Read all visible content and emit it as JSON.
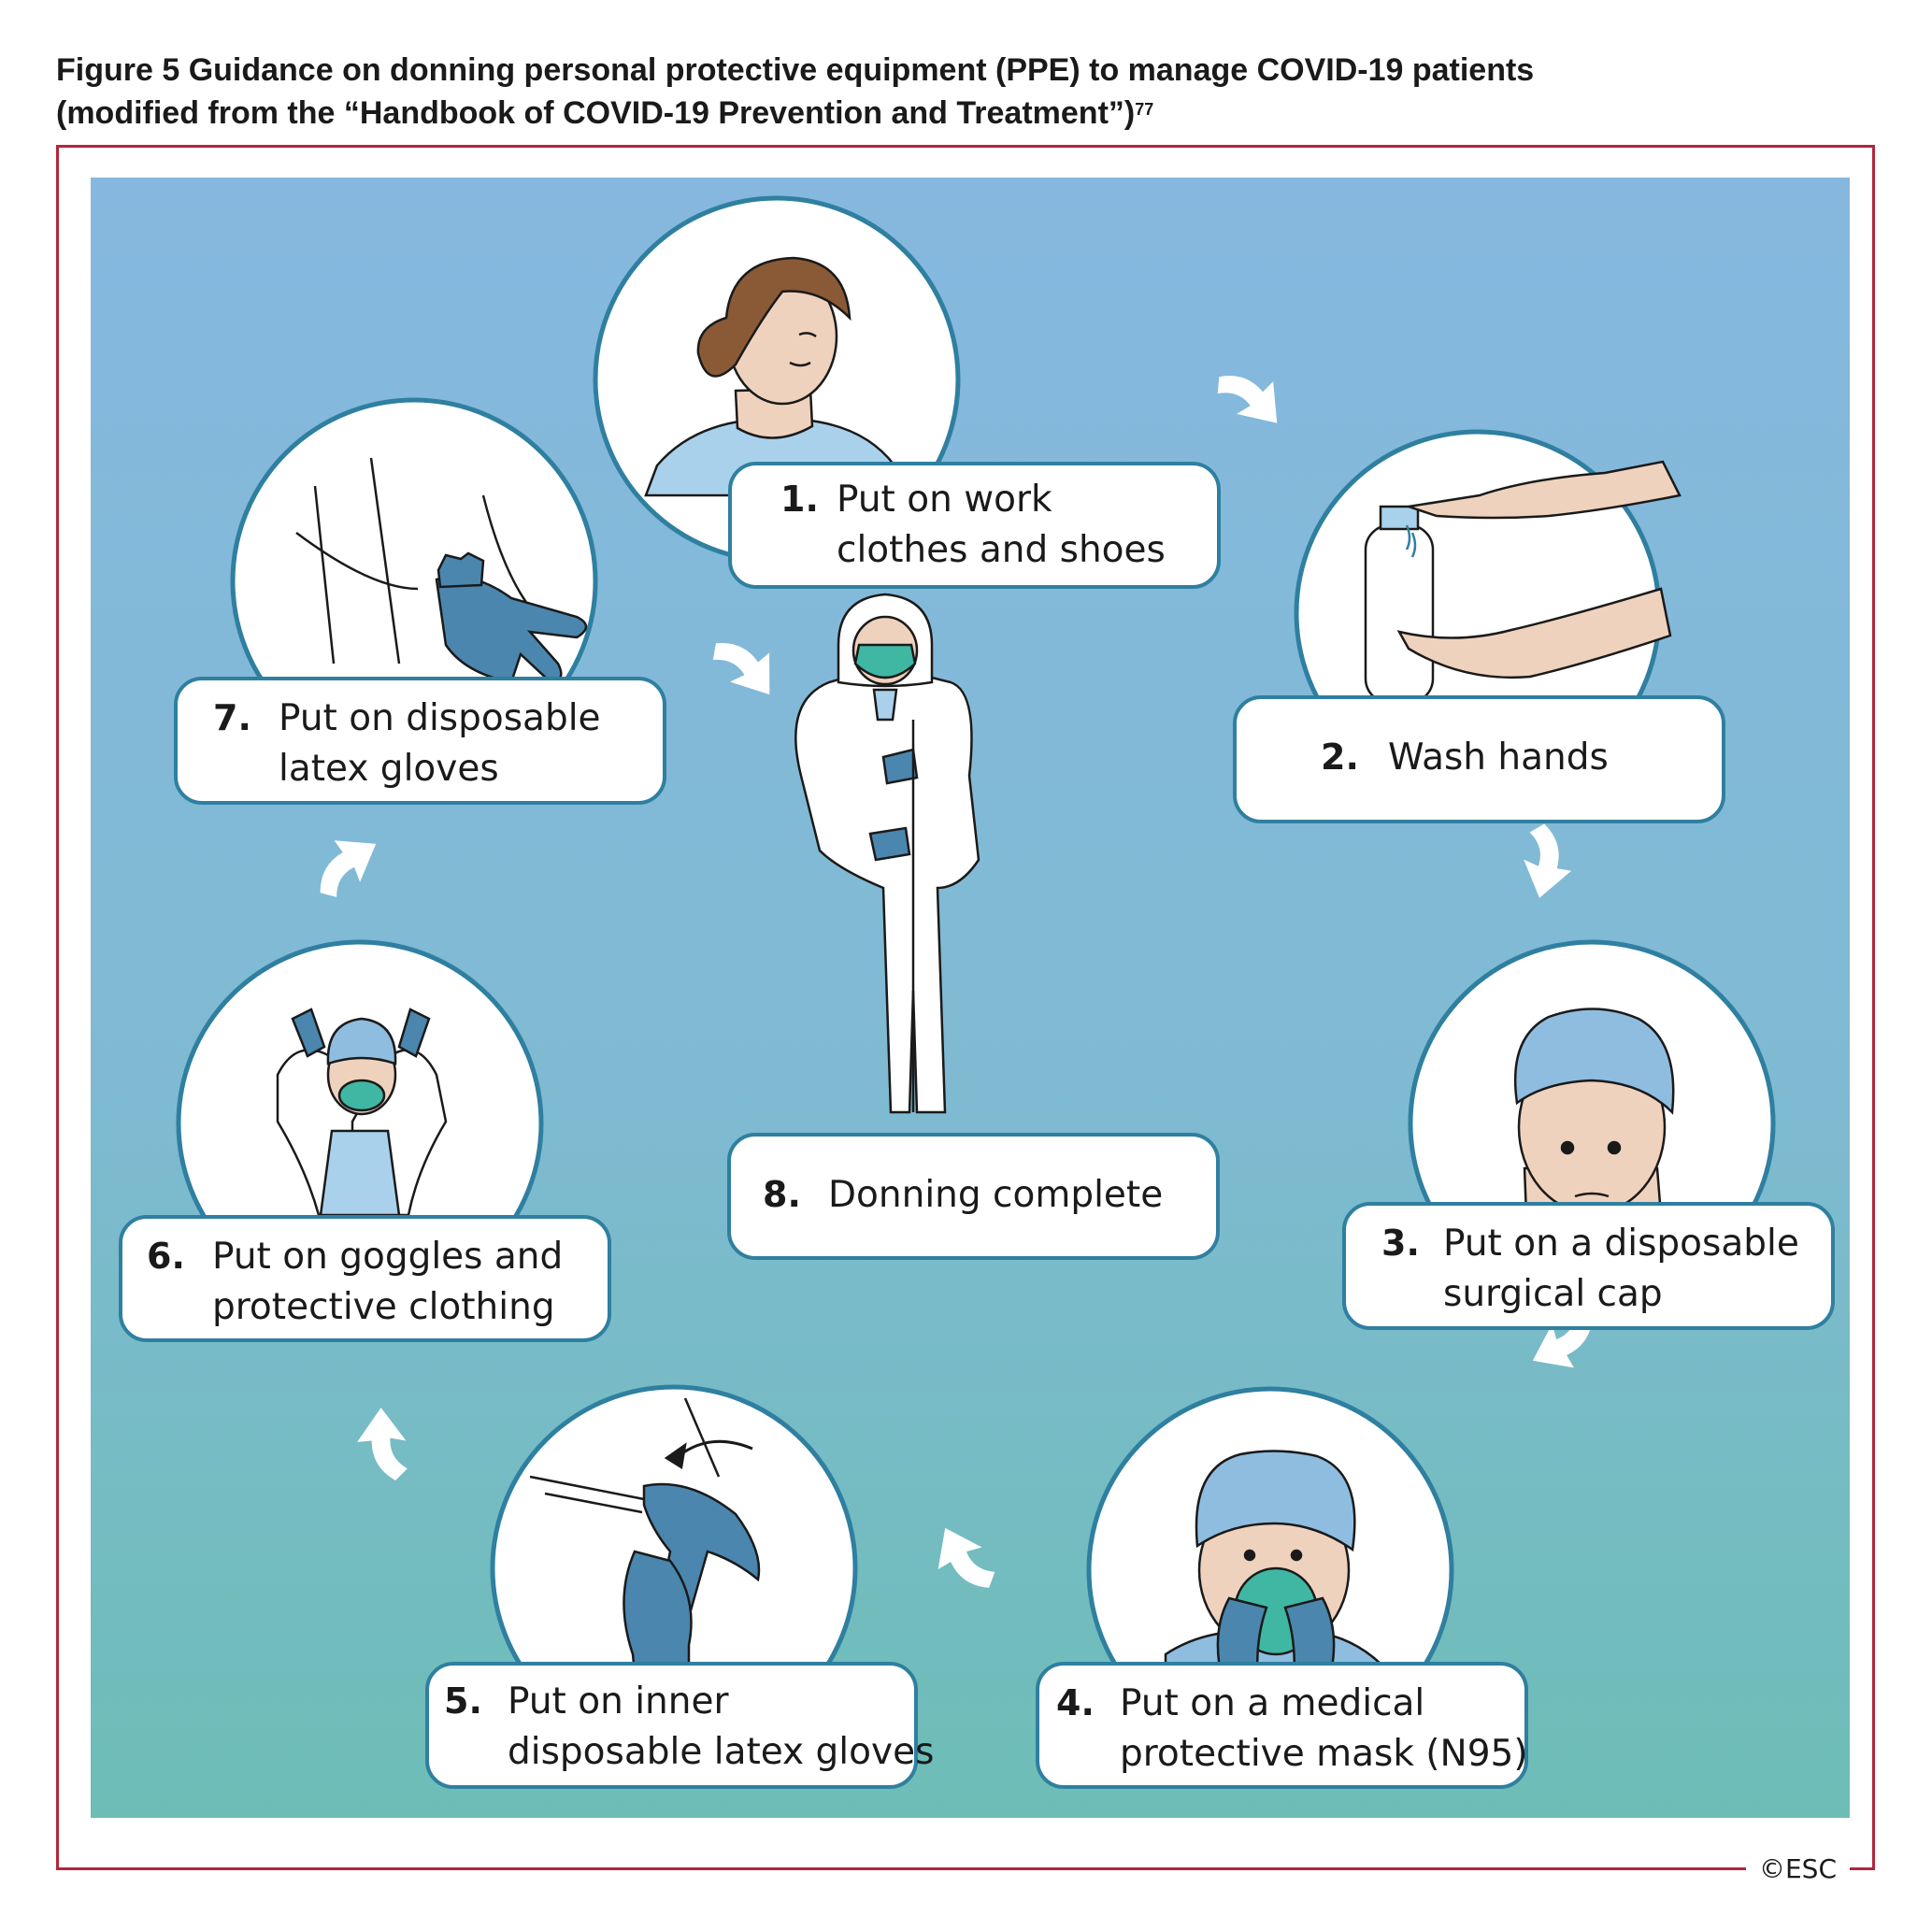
{
  "title": {
    "line1": "Figure 5 Guidance on donning personal protective equipment (PPE) to manage COVID-19 patients",
    "line2": "(modified from the “Handbook of COVID-19 Prevention and Treatment”)",
    "ref": "77"
  },
  "copyright": "©ESC",
  "colors": {
    "frame": "#b3263a",
    "circle_border": "#2f7fa0",
    "glove": "#4a86ad",
    "cap": "#8ebde0",
    "mask": "#3fb7a3",
    "background_top": "#86b8df",
    "background_bottom": "#6dbdb6"
  },
  "steps": [
    {
      "num": "1.",
      "line1": "Put on work",
      "line2": "clothes and shoes",
      "icon": "work-clothes-illustration"
    },
    {
      "num": "2.",
      "line1": "Wash hands",
      "line2": "",
      "icon": "hand-wash-illustration"
    },
    {
      "num": "3.",
      "line1": "Put on a disposable",
      "line2": "surgical cap",
      "icon": "surgical-cap-illustration"
    },
    {
      "num": "4.",
      "line1": "Put on a medical",
      "line2": "protective mask (N95)",
      "icon": "n95-mask-illustration"
    },
    {
      "num": "5.",
      "line1": "Put on inner",
      "line2": "disposable latex gloves",
      "icon": "inner-gloves-illustration"
    },
    {
      "num": "6.",
      "line1": "Put on goggles and",
      "line2": "protective clothing",
      "icon": "goggles-gown-illustration"
    },
    {
      "num": "7.",
      "line1": "Put on disposable",
      "line2": "latex gloves",
      "icon": "outer-gloves-illustration"
    },
    {
      "num": "8.",
      "line1": "Donning complete",
      "line2": "",
      "icon": "full-ppe-figure"
    }
  ]
}
